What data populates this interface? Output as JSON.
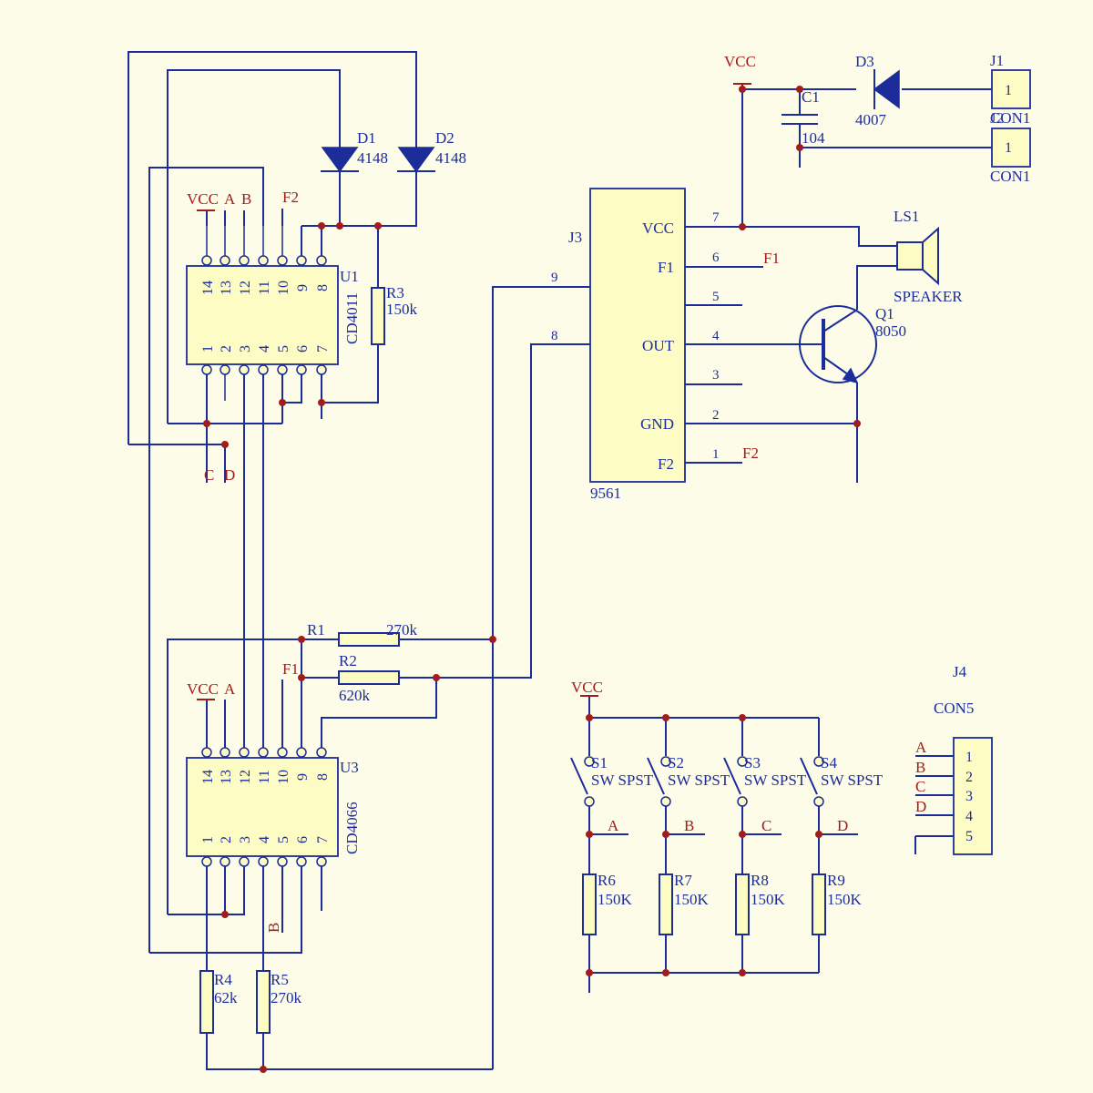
{
  "u1": {
    "ref": "U1",
    "part": "CD4011",
    "top_pins": [
      "14",
      "13",
      "12",
      "11",
      "10",
      "9",
      "8"
    ],
    "bottom_pins": [
      "1",
      "2",
      "3",
      "4",
      "5",
      "6",
      "7"
    ],
    "net_vcc": "VCC",
    "net_a": "A",
    "net_b": "B",
    "net_f2": "F2",
    "net_c": "C",
    "net_d": "D"
  },
  "u3": {
    "ref": "U3",
    "part": "CD4066",
    "top_pins": [
      "14",
      "13",
      "12",
      "11",
      "10",
      "9",
      "8"
    ],
    "bottom_pins": [
      "1",
      "2",
      "3",
      "4",
      "5",
      "6",
      "7"
    ],
    "net_vcc": "VCC",
    "net_a": "A",
    "net_f1": "F1",
    "net_b": "B"
  },
  "d1": {
    "ref": "D1",
    "value": "4148"
  },
  "d2": {
    "ref": "D2",
    "value": "4148"
  },
  "d3": {
    "ref": "D3",
    "value": "4007"
  },
  "r1": {
    "ref": "R1",
    "value": "270k"
  },
  "r2": {
    "ref": "R2",
    "value": "620k"
  },
  "r3": {
    "ref": "R3",
    "value": "150k"
  },
  "r4": {
    "ref": "R4",
    "value": "62k"
  },
  "r5": {
    "ref": "R5",
    "value": "270k"
  },
  "r6": {
    "ref": "R6",
    "value": "150K"
  },
  "r7": {
    "ref": "R7",
    "value": "150K"
  },
  "r8": {
    "ref": "R8",
    "value": "150K"
  },
  "r9": {
    "ref": "R9",
    "value": "150K"
  },
  "c1": {
    "ref": "C1",
    "value": "104"
  },
  "j1": {
    "ref": "J1",
    "value": "CON1",
    "pin": "1"
  },
  "j2": {
    "ref": "J2",
    "value": "CON1",
    "pin": "1"
  },
  "j3": {
    "ref": "J3",
    "part": "9561",
    "pin_vcc": "VCC",
    "pin_f1": "F1",
    "pin_out": "OUT",
    "pin_gnd": "GND",
    "pin_f2": "F2",
    "num_9": "9",
    "num_8": "8",
    "num_7": "7",
    "num_6": "6",
    "num_5": "5",
    "num_4": "4",
    "num_3": "3",
    "num_2": "2",
    "num_1": "1",
    "net_f1": "F1",
    "net_f2": "F2"
  },
  "ls1": {
    "ref": "LS1",
    "value": "SPEAKER"
  },
  "q1": {
    "ref": "Q1",
    "value": "8050"
  },
  "j4": {
    "ref": "J4",
    "value": "CON5",
    "pins": [
      "1",
      "2",
      "3",
      "4",
      "5"
    ],
    "nets": [
      "A",
      "B",
      "C",
      "D"
    ]
  },
  "switches": [
    {
      "ref": "S1",
      "value": "SW SPST",
      "net": "A"
    },
    {
      "ref": "S2",
      "value": "SW SPST",
      "net": "B"
    },
    {
      "ref": "S3",
      "value": "SW SPST",
      "net": "C"
    },
    {
      "ref": "S4",
      "value": "SW SPST",
      "net": "D"
    }
  ],
  "power": {
    "vcc_top": "VCC",
    "vcc_switch": "VCC"
  },
  "colors": {
    "background": "#fdfce8",
    "wire": "#1c2c99",
    "component_fill": "#fefcc5",
    "net_label": "#a31c1c"
  }
}
